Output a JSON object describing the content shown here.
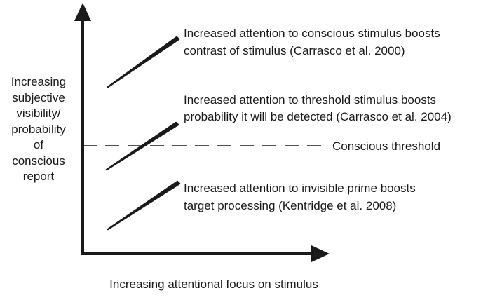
{
  "axes": {
    "y_label_lines": [
      "Increasing",
      "subjective",
      "visibility/",
      "probability",
      "of",
      "conscious",
      "report"
    ],
    "x_label": "Increasing attentional focus on stimulus"
  },
  "threshold": {
    "label": "Conscious threshold"
  },
  "annotations": [
    {
      "id": "contrast",
      "lines": [
        "Increased attention to conscious stimulus boosts",
        "contrast of stimulus (Carrasco et al. 2000)"
      ]
    },
    {
      "id": "detection",
      "lines": [
        "Increased attention to threshold stimulus boosts",
        "probability it will be detected (Carrasco et al. 2004)"
      ]
    },
    {
      "id": "prime",
      "lines": [
        "Increased attention to invisible prime boosts",
        "target processing (Kentridge et al. 2008)"
      ]
    }
  ],
  "colors": {
    "ink": "#1a1a1a",
    "background": "#ffffff"
  }
}
